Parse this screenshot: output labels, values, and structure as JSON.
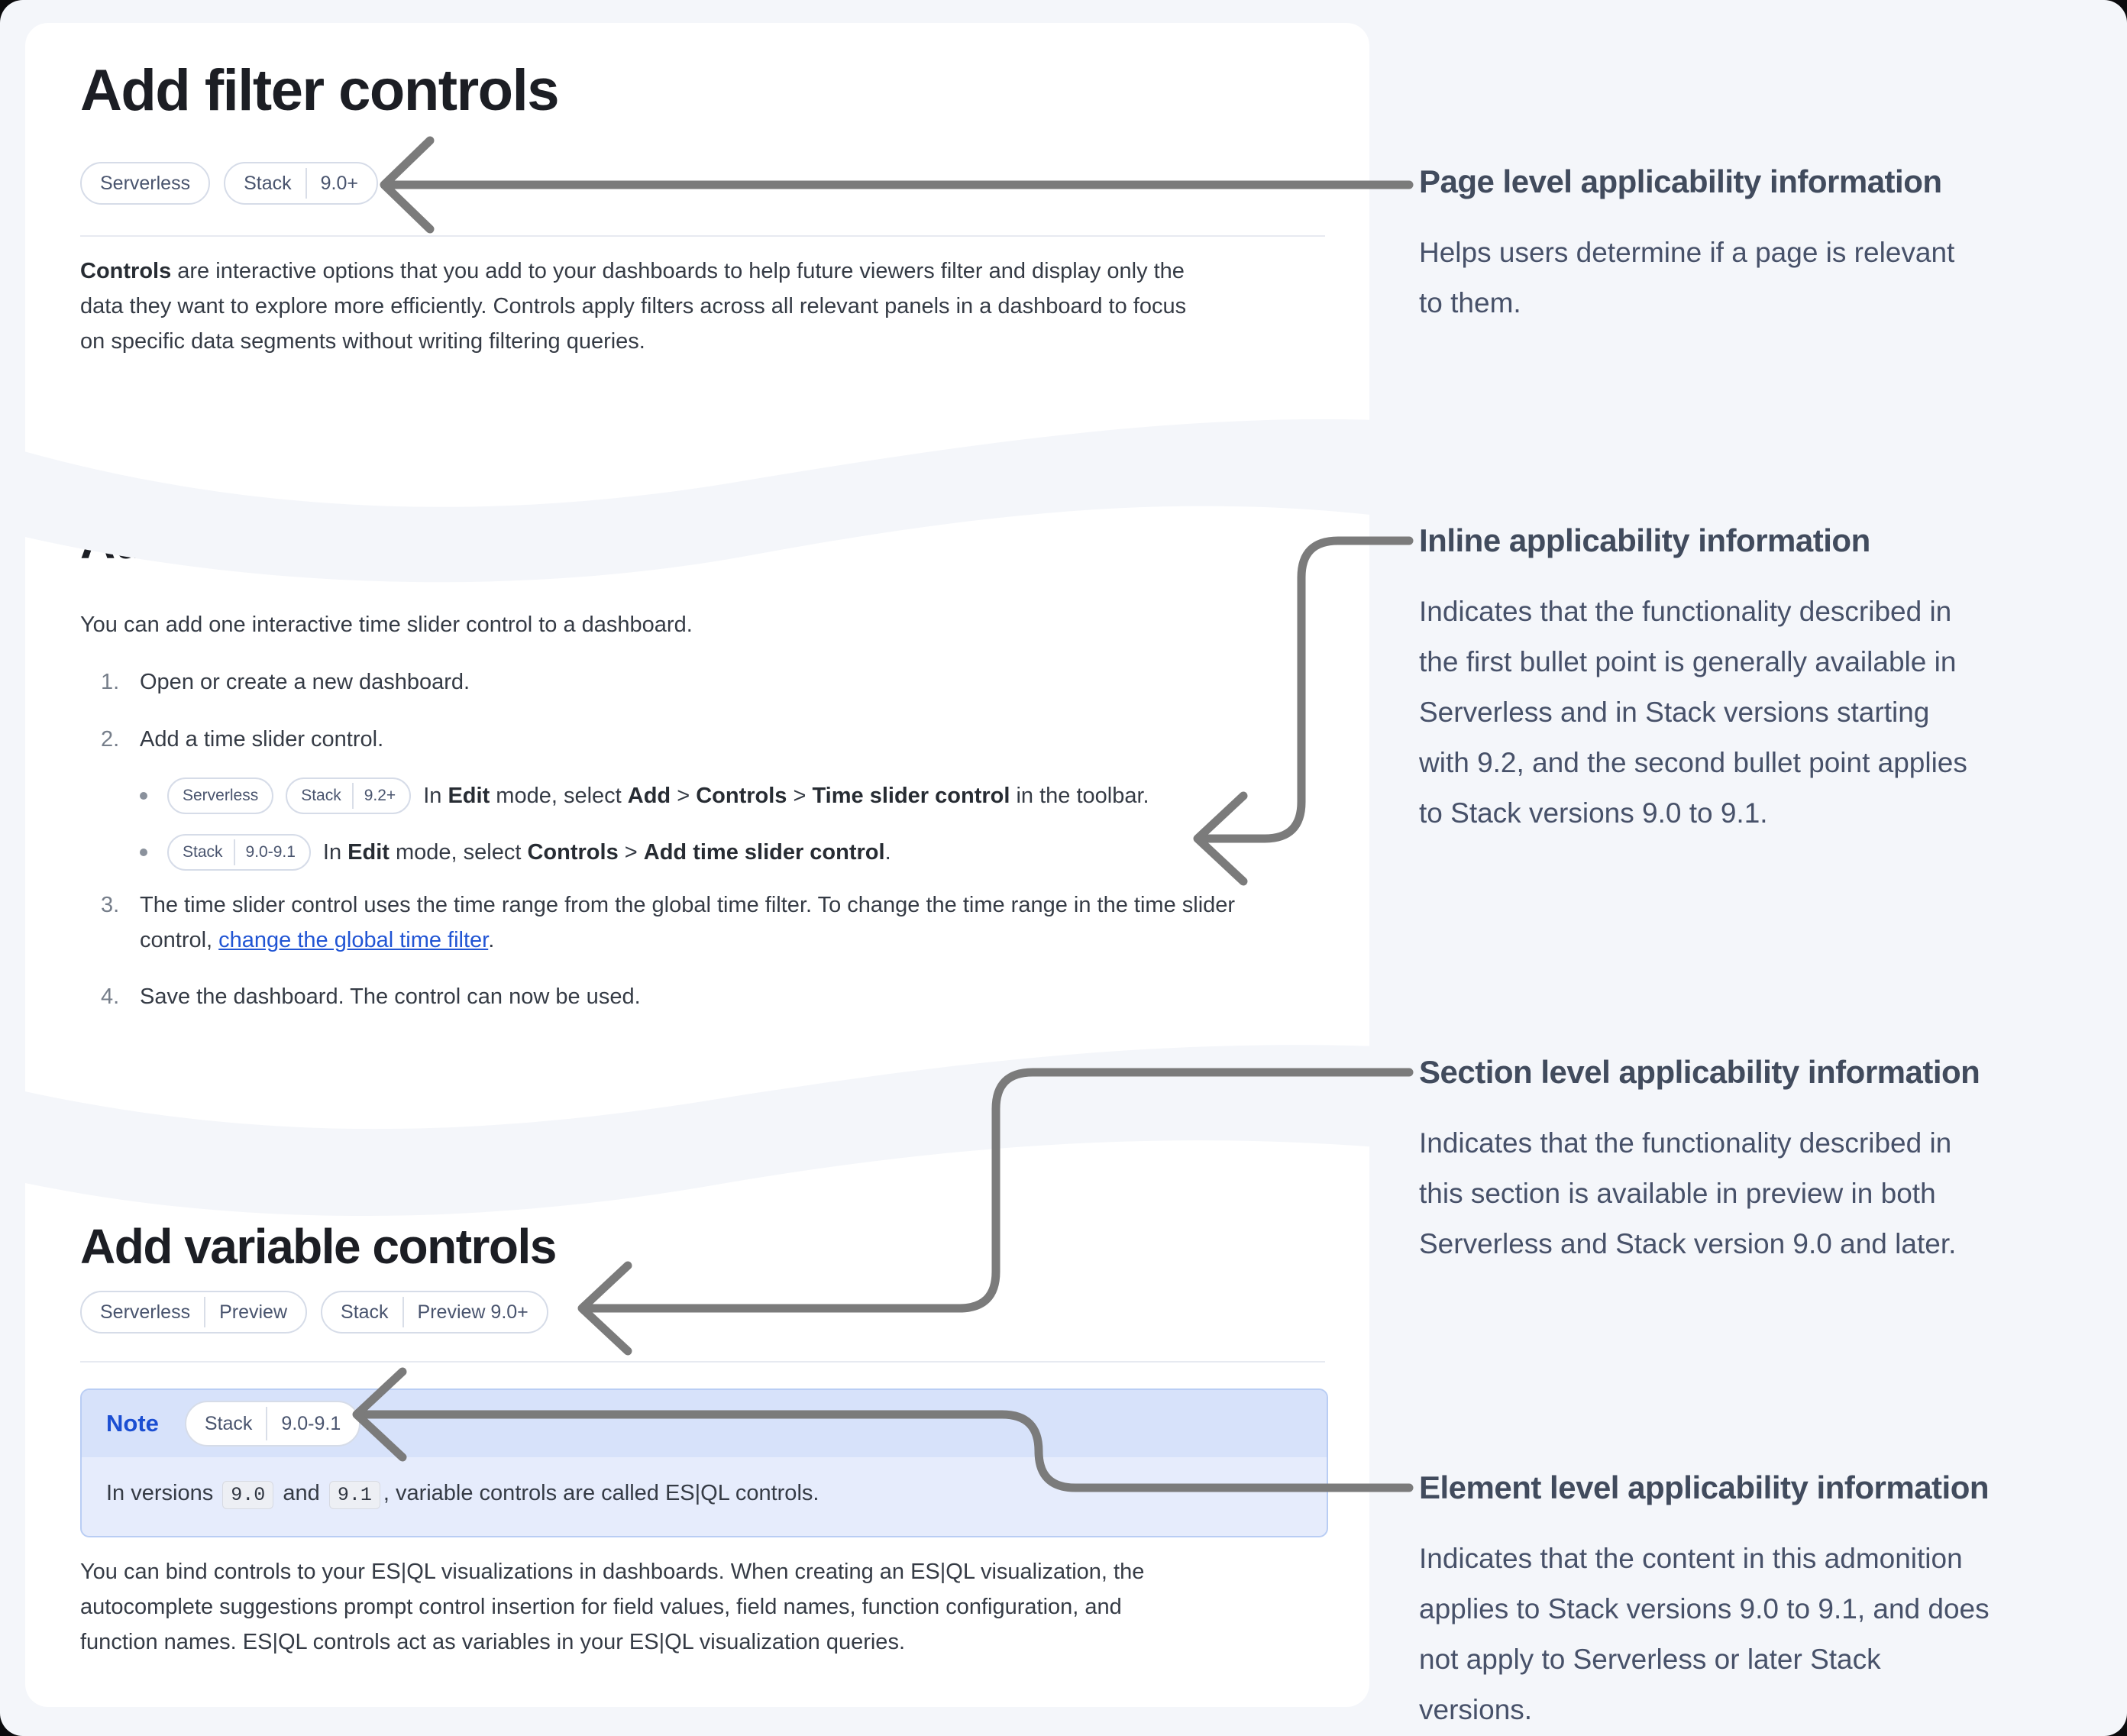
{
  "colors": {
    "frame_background": "#f4f6fa",
    "card_background": "#ffffff",
    "arrow": "#7b7b7b",
    "link": "#2155d4",
    "note_header": "#d7e2fa",
    "note_body": "#e6ecfc",
    "note_label_blue": "#1b4ed2",
    "badge_text": "#49546e"
  },
  "card1": {
    "title": "Add filter controls",
    "badges": [
      {
        "parts": [
          "Serverless"
        ]
      },
      {
        "parts": [
          "Stack",
          "9.0+"
        ]
      }
    ],
    "paragraph_lines": [
      [
        {
          "t": "Controls",
          "b": 1
        },
        {
          "t": " are interactive options that you add to your dashboards to help future viewers filter and display only the"
        }
      ],
      [
        {
          "t": "data they want to explore more efficiently. Controls apply filters across all relevant panels in a dashboard to focus"
        }
      ],
      [
        {
          "t": "on specific data segments without writing filtering queries."
        }
      ]
    ]
  },
  "card2": {
    "title": "Add time slider controls",
    "intro": "You can add one interactive time slider control to a dashboard.",
    "steps": [
      {
        "num": "1.",
        "lines": [
          [
            {
              "t": "Open or create a new dashboard."
            }
          ]
        ]
      },
      {
        "num": "2.",
        "lines": [
          [
            {
              "t": "Add a time slider control."
            }
          ]
        ]
      },
      {
        "num": "3.",
        "lines": [
          [
            {
              "t": "The time slider control uses the time range from the global time filter. To change the time range in the time slider"
            }
          ],
          [
            {
              "t": "control, "
            },
            {
              "t": "change the global time filter",
              "link": 1
            },
            {
              "t": "."
            }
          ]
        ]
      },
      {
        "num": "4.",
        "lines": [
          [
            {
              "t": "Save the dashboard. The control can now be used."
            }
          ]
        ]
      }
    ],
    "bullets": [
      {
        "badges": [
          {
            "parts": [
              "Serverless"
            ]
          },
          {
            "parts": [
              "Stack",
              "9.2+"
            ]
          }
        ],
        "runs": [
          {
            "t": "In "
          },
          {
            "t": "Edit",
            "b": 1
          },
          {
            "t": " mode, select "
          },
          {
            "t": "Add",
            "b": 1
          },
          {
            "t": " > "
          },
          {
            "t": "Controls",
            "b": 1
          },
          {
            "t": " > "
          },
          {
            "t": "Time slider control",
            "b": 1
          },
          {
            "t": " in the toolbar."
          }
        ]
      },
      {
        "badges": [
          {
            "parts": [
              "Stack",
              "9.0-9.1"
            ]
          }
        ],
        "runs": [
          {
            "t": "In "
          },
          {
            "t": "Edit",
            "b": 1
          },
          {
            "t": " mode, select "
          },
          {
            "t": "Controls",
            "b": 1
          },
          {
            "t": " > "
          },
          {
            "t": "Add time slider control",
            "b": 1
          },
          {
            "t": "."
          }
        ]
      }
    ]
  },
  "card3": {
    "title": "Add variable controls",
    "badges": [
      {
        "parts": [
          "Serverless",
          "Preview"
        ]
      },
      {
        "parts": [
          "Stack",
          "Preview 9.0+"
        ]
      }
    ],
    "note": {
      "label": "Note",
      "badge": {
        "parts": [
          "Stack",
          "9.0-9.1"
        ]
      },
      "body": [
        {
          "t": "In versions "
        },
        {
          "t": "9.0",
          "code": 1
        },
        {
          "t": " and "
        },
        {
          "t": "9.1",
          "code": 1
        },
        {
          "t": ", variable controls are called ES|QL controls."
        }
      ]
    },
    "paragraph_lines": [
      [
        {
          "t": "You can bind controls to your ES|QL visualizations in dashboards. When creating an ES|QL visualization, the"
        }
      ],
      [
        {
          "t": "autocomplete suggestions prompt control insertion for field values, field names, function configuration, and"
        }
      ],
      [
        {
          "t": "function names. ES|QL controls act as variables in your ES|QL visualization queries."
        }
      ]
    ]
  },
  "annotations": [
    {
      "title": "Page level applicability information",
      "lines": [
        "Helps users determine if a page is relevant",
        "to them."
      ]
    },
    {
      "title": "Inline applicability information",
      "lines": [
        "Indicates that the functionality described in",
        "the first bullet point is generally available in",
        "Serverless and in Stack versions starting",
        "with 9.2, and the second bullet point applies",
        "to Stack versions 9.0 to 9.1."
      ]
    },
    {
      "title": "Section level applicability information",
      "lines": [
        "Indicates that the functionality described in",
        "this section is available in preview in both",
        "Serverless and Stack version 9.0 and later."
      ]
    },
    {
      "title": "Element level applicability information",
      "lines": [
        "Indicates that the content in this admonition",
        "applies to Stack versions 9.0 to 9.1, and does",
        "not apply to Serverless or later Stack",
        "versions."
      ]
    }
  ]
}
